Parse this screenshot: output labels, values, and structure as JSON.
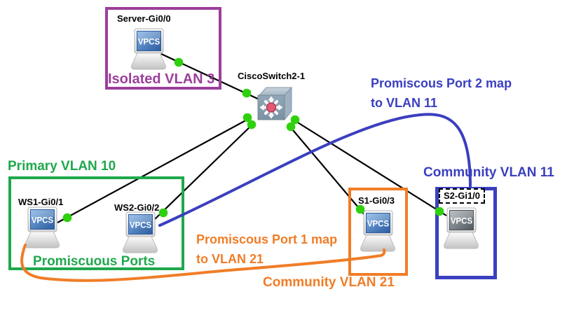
{
  "colors": {
    "purple": "#9c3e9c",
    "green": "#1fa84c",
    "orange": "#f07d27",
    "blue": "#3a3fbf",
    "link": "#000000",
    "status_up": "#2ed10d"
  },
  "icon_text": {
    "vpcs": "VPCS"
  },
  "devices": {
    "server": {
      "label": "Server-Gi0/0",
      "icon": "vpcs-laptop-icon"
    },
    "switch": {
      "label": "CiscoSwitch2-1",
      "icon": "ethernet-switch-icon"
    },
    "ws1": {
      "label": "WS1-Gi0/1",
      "icon": "vpcs-laptop-icon"
    },
    "ws2": {
      "label": "WS2-Gi0/2",
      "icon": "vpcs-laptop-icon"
    },
    "s1": {
      "label": "S1-Gi0/3",
      "icon": "vpcs-laptop-icon"
    },
    "s2": {
      "label": "S2-Gi1/0",
      "icon": "vpcs-laptop-icon-gray"
    }
  },
  "zones": {
    "isolated_vlan3": {
      "title": "Isolated VLAN 3",
      "color": "#9c3e9c"
    },
    "primary_vlan10": {
      "title": "Primary VLAN 10",
      "footer": "Promiscuous Ports",
      "color": "#1fa84c"
    },
    "community_vlan21": {
      "title": "Community VLAN 21",
      "color": "#f07d27"
    },
    "community_vlan11": {
      "title": "Community VLAN 11",
      "color": "#3a3fbf"
    }
  },
  "annotations": {
    "promiscuous_port2": {
      "line1": "Promiscous Port 2 map",
      "line2": "to VLAN 11",
      "color": "#3a3fbf"
    },
    "promiscuous_port1": {
      "line1": "Promiscous Port 1 map",
      "line2": "to VLAN 21",
      "color": "#f07d27"
    }
  },
  "links": [
    {
      "from": "CiscoSwitch2-1",
      "to": "Server-Gi0/0",
      "status": "up"
    },
    {
      "from": "CiscoSwitch2-1",
      "to": "WS1-Gi0/1",
      "status": "up"
    },
    {
      "from": "CiscoSwitch2-1",
      "to": "WS2-Gi0/2",
      "status": "up"
    },
    {
      "from": "CiscoSwitch2-1",
      "to": "S1-Gi0/3",
      "status": "up"
    },
    {
      "from": "CiscoSwitch2-1",
      "to": "S2-Gi1/0",
      "status": "up"
    }
  ]
}
